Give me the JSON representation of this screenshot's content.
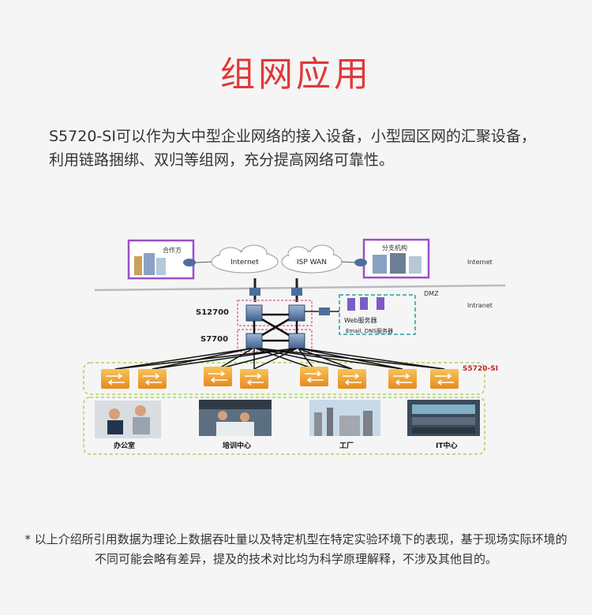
{
  "title": "组网应用",
  "intro": "S5720-SI可以作为大中型企业网络的接入设备，小型园区网的汇聚设备，利用链路捆绑、双归等组网，充分提高网络可靠性。",
  "diagram": {
    "partner_label": "合作方",
    "branch_label": "分支机构",
    "internet_cloud": "Internet",
    "isp_cloud": "ISP WAN",
    "zone_internet": "Internet",
    "zone_dmz": "DMZ",
    "zone_intranet": "Intranet",
    "core_label": "S12700",
    "agg_label": "S7700",
    "access_label": "S5720-SI",
    "web_server_label": "Web服务器",
    "mail_dns_label": "Email, DNS服务器",
    "sites": [
      "办公室",
      "培训中心",
      "工厂",
      "IT中心"
    ]
  },
  "colors": {
    "accent": "#e0393a",
    "access_label": "#c0272d",
    "purple_box": "#9b4fc6",
    "teal_dash": "#2a9d9a",
    "green_box": "#a7d65b",
    "switch_orange": "#f0a030"
  },
  "footnote": "* 以上介绍所引用数据为理论上数据吞吐量以及特定机型在特定实验环境下的表现，基于现场实际环境的不同可能会略有差异，提及的技术对比均为科学原理解释，不涉及其他目的。"
}
